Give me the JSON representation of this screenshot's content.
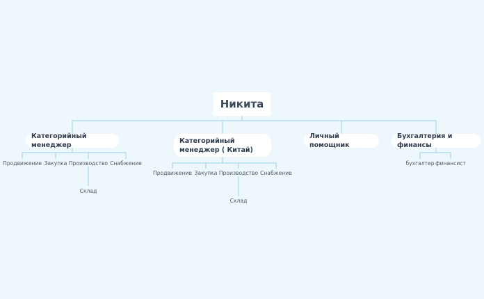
{
  "root": "Никита",
  "branches": [
    {
      "label": "Категорийный менеджер",
      "children": [
        "Продвижение",
        "Закупка",
        "Производство",
        "Снабжение"
      ],
      "grandchild": "Склад"
    },
    {
      "label": "Категорийный менеджер ( Китай)",
      "children": [
        "Продвижение",
        "Закупка",
        "Производство",
        "Снабжение"
      ],
      "grandchild": "Склад"
    },
    {
      "label": "Личный помощник",
      "children": []
    },
    {
      "label": "Бухгалтерия и финансы",
      "children": [
        "бухгалтер",
        "финансист"
      ]
    }
  ],
  "colors": {
    "background": "#eef7fb",
    "connector": "#a9d8ea",
    "node": "#ffffff",
    "text": "#2f3c4d"
  }
}
